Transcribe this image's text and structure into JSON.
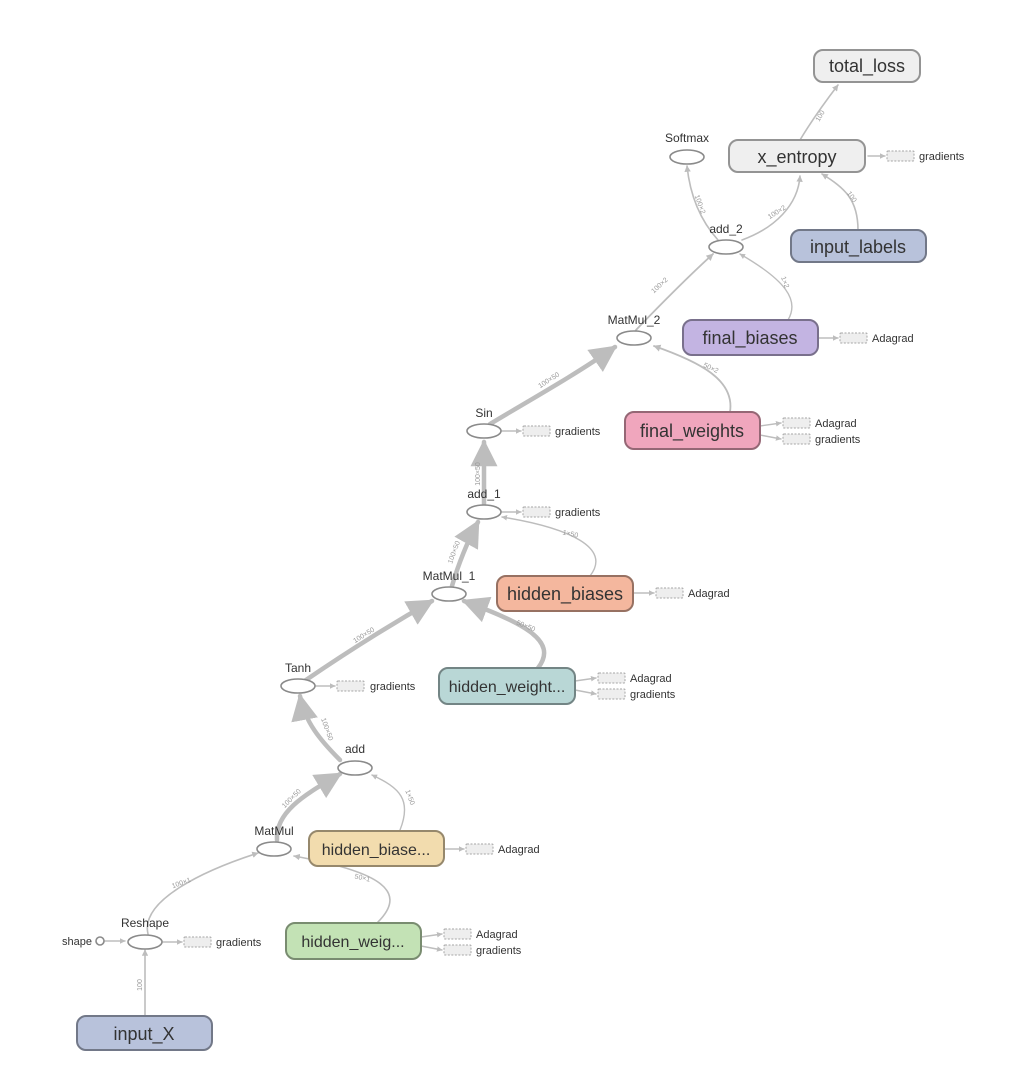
{
  "graph": {
    "boxes": {
      "total_loss": "total_loss",
      "x_entropy": "x_entropy",
      "input_labels": "input_labels",
      "final_biases": "final_biases",
      "final_weights": "final_weights",
      "hidden_biases_2": "hidden_biases",
      "hidden_weights_2": "hidden_weight...",
      "hidden_biases_1": "hidden_biase...",
      "hidden_weights_1": "hidden_weig...",
      "input_x": "input_X"
    },
    "ops": {
      "softmax": "Softmax",
      "add_2": "add_2",
      "matmul_2": "MatMul_2",
      "sin": "Sin",
      "add_1": "add_1",
      "matmul_1": "MatMul_1",
      "tanh": "Tanh",
      "add": "add",
      "matmul": "MatMul",
      "reshape": "Reshape",
      "shape": "shape"
    },
    "aux": {
      "gradients": "gradients",
      "adagrad": "Adagrad"
    },
    "edge_labels": {
      "xent_total": "100",
      "add2_softmax": "100×2",
      "add2_xent": "100×2",
      "labels_xent": "100",
      "fbias_add2": "1×2",
      "mm2_add2": "100×2",
      "sin_mm2": "100×50",
      "fw_mm2": "50×2",
      "add1_sin": "100×50",
      "hb2_add1": "1×50",
      "mm1_add1": "100×50",
      "tanh_mm1": "100×50",
      "hw2_mm1": "50×50",
      "add_tanh": "100×50",
      "mm_add": "100×50",
      "hb1_add": "1×50",
      "reshape_mm": "100×1",
      "hw1_mm": "50×1",
      "inputx_reshape": "100"
    },
    "colors": {
      "total_loss": "#efefef",
      "x_entropy": "#efefef",
      "input_labels": "#b8c2db",
      "final_biases": "#c3b4e2",
      "final_weights": "#f0a6bd",
      "hidden_biases_2": "#f4b79e",
      "hidden_weights_2": "#b9d7d6",
      "hidden_biases_1": "#f2dcae",
      "hidden_weights_1": "#c3e2b5",
      "input_x": "#b8c2db"
    }
  }
}
